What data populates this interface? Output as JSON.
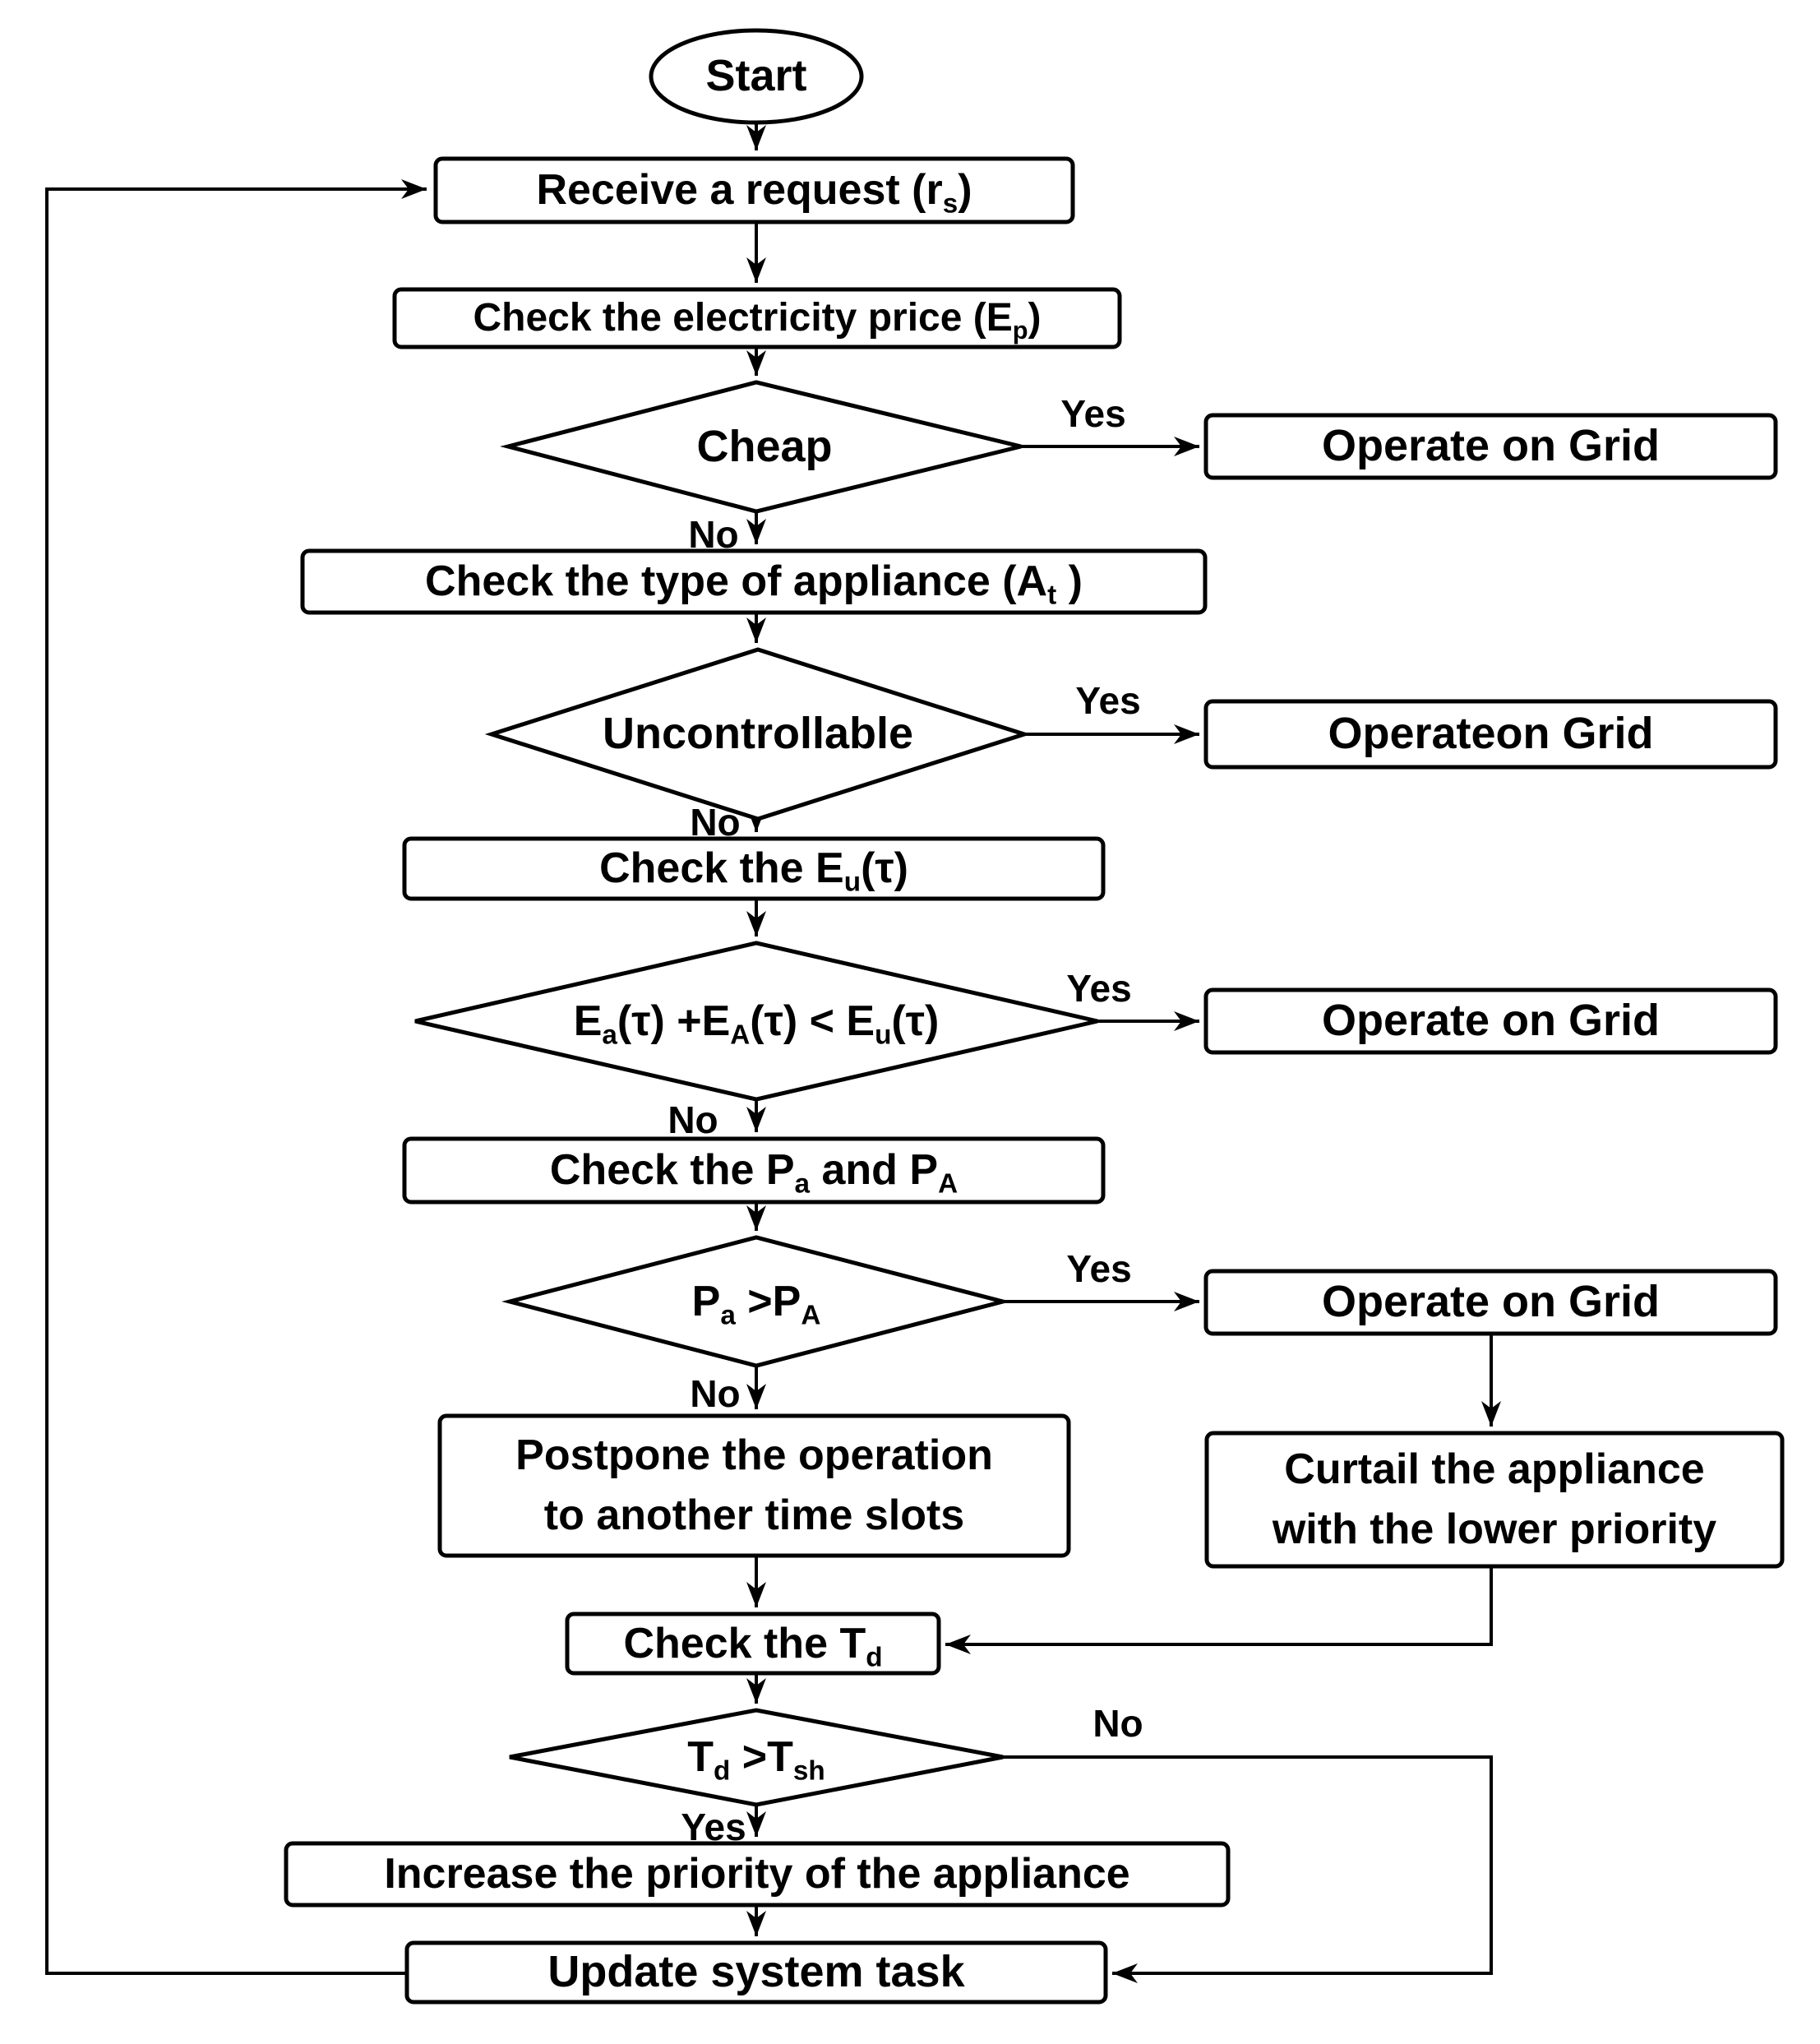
{
  "diagram": {
    "type": "flowchart",
    "colors": {
      "background": "#ffffff",
      "line": "#000000",
      "text": "#000000"
    },
    "nodes": {
      "start": {
        "type": "terminator",
        "label": "Start"
      },
      "receive": {
        "type": "process",
        "label": "Receive a request (r_{s})"
      },
      "price": {
        "type": "process",
        "label": "Check the electricity price (E_{p})"
      },
      "cheap": {
        "type": "decision",
        "label": "Cheap"
      },
      "operate_grid_1": {
        "type": "process",
        "label": "Operate on Grid"
      },
      "appliance_type": {
        "type": "process",
        "label": "Check the type of appliance (A_{t} )"
      },
      "uncontrollable": {
        "type": "decision",
        "label": "Uncontrollable"
      },
      "operate_grid_2": {
        "type": "process",
        "label": "Operateon Grid"
      },
      "check_eu": {
        "type": "process",
        "label": "Check the E_{u}(τ)"
      },
      "energy_compare": {
        "type": "decision",
        "label": "E_{a}(τ) +E_{A}(τ) < E_{u}(τ)"
      },
      "operate_grid_3": {
        "type": "process",
        "label": "Operate on Grid"
      },
      "check_power": {
        "type": "process",
        "label": "Check the P_{a} and P_{A}"
      },
      "power_compare": {
        "type": "decision",
        "label": "P_{a} >P_{A}"
      },
      "operate_grid_4": {
        "type": "process",
        "label": "Operate on Grid"
      },
      "postpone": {
        "type": "process",
        "label": "Postpone the operation\nto another time slots"
      },
      "curtail": {
        "type": "process",
        "label": "Curtail the appliance\nwith the lower priority"
      },
      "check_td": {
        "type": "process",
        "label": "Check the T_{d}"
      },
      "td_compare": {
        "type": "decision",
        "label": "T_{d} >T_{sh}"
      },
      "increase_priority": {
        "type": "process",
        "label": "Increase the priority of the appliance"
      },
      "update_task": {
        "type": "process",
        "label": "Update system task"
      }
    },
    "edge_labels": {
      "cheap_yes": "Yes",
      "cheap_no": "No",
      "uncontrollable_yes": "Yes",
      "uncontrollable_no": "No",
      "energy_yes": "Yes",
      "energy_no": "No",
      "power_yes": "Yes",
      "power_no": "No",
      "td_no": "No",
      "td_yes": "Yes"
    }
  }
}
